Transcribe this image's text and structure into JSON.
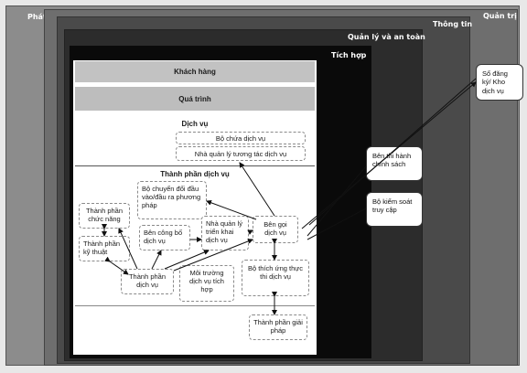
{
  "layers": {
    "phat_trien": "Phát triển",
    "quan_tri": "Quản trị",
    "thong_tin": "Thông tin",
    "quan_ly_an_toan": "Quản lý và an toàn",
    "tich_hop": "Tích hợp"
  },
  "bands": {
    "khach_hang": "Khách hàng",
    "qua_trinh": "Quá trình",
    "dich_vu": "Dịch vụ",
    "thanh_phan_dich_vu": "Thành phần dịch vụ"
  },
  "boxes": {
    "bo_chua_dich_vu": "Bộ chứa dịch vụ",
    "nha_quan_ly_tuong_tac": "Nhà quản lý tương tác dịch vụ",
    "bo_chuyen_doi": "Bộ chuyển đổi đầu vào/đầu ra phương pháp",
    "thanh_phan_chuc_nang": "Thành phần chức năng",
    "thanh_phan_ky_thuat": "Thành phần kỹ thuật",
    "ben_cong_bo": "Bên công bố dịch vụ",
    "nha_quan_ly_trien_khai": "Nhà quản lý triển khai dịch vụ",
    "ben_goi": "Bên gọi dịch vụ",
    "thanh_phan_dich_vu_box": "Thành phần dịch vụ",
    "moi_truong": "Môi trường dịch vụ tích hợp",
    "bo_thich_ung": "Bộ thích ứng thực thi dịch vụ",
    "thanh_phan_giai_phap": "Thành phần giải pháp"
  },
  "callouts": {
    "so_dang_ky": "Sổ đăng ký/ Kho dịch vụ",
    "ben_thi_hanh": "Bên thi hành chính sách",
    "bo_kiem_soat": "Bộ kiểm soát truy cập"
  },
  "colors": {
    "outer": "#8c8c8c",
    "quan_tri": "#6e6e6e",
    "thong_tin": "#4a4a4a",
    "quan_ly": "#2c2c2c",
    "tich_hop": "#0a0a0a",
    "band": "#bdbdbd"
  }
}
